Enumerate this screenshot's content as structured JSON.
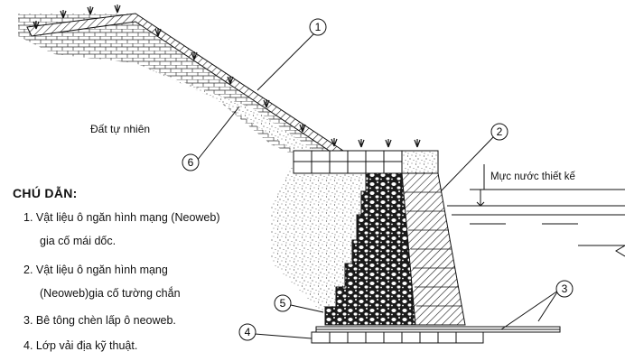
{
  "labels": {
    "soil": "Đất tự nhiên",
    "water_level": "Mực nước thiết kế"
  },
  "legend": {
    "title": "CHÚ DẪN:",
    "lines": [
      "1.  Vật liệu ô ngăn hình mạng (Neoweb)",
      "gia cố mái dốc.",
      "2.  Vật liệu ô ngăn hình mạng",
      "(Neoweb)gia cố tường chắn",
      "3.  Bê tông chèn lấp ô neoweb.",
      "4.  Lớp vải địa kỹ thuật."
    ]
  },
  "callouts": [
    "1",
    "2",
    "3",
    "4",
    "5",
    "6"
  ],
  "colors": {
    "line": "#111111",
    "fill": "#ffffff"
  }
}
